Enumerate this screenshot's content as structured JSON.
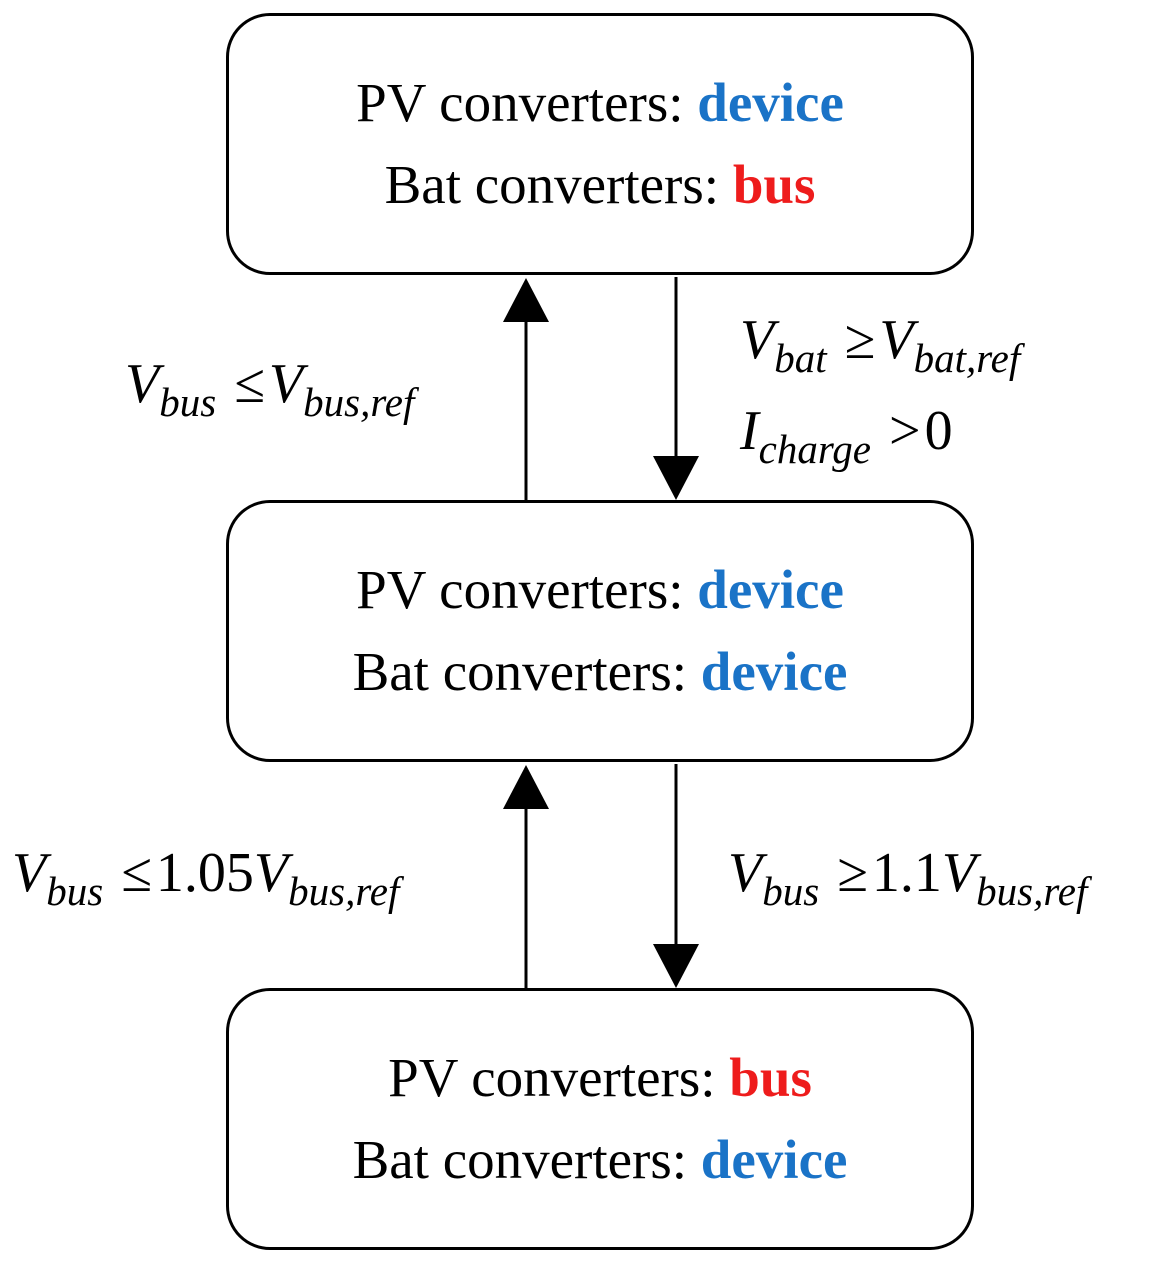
{
  "colors": {
    "device": "#1a73c7",
    "bus": "#ee1c1c"
  },
  "states": [
    {
      "pv_label": "PV converters:",
      "pv_mode": "device",
      "bat_label": "Bat converters:",
      "bat_mode": "bus"
    },
    {
      "pv_label": "PV converters:",
      "pv_mode": "device",
      "bat_label": "Bat converters:",
      "bat_mode": "device"
    },
    {
      "pv_label": "PV converters:",
      "pv_mode": "bus",
      "bat_label": "Bat converters:",
      "bat_mode": "device"
    }
  ],
  "transitions": {
    "t1_up": {
      "var": "V",
      "sub": "bus",
      "op": "≤",
      "coef": "",
      "rvar": "V",
      "rsub": "bus,ref"
    },
    "t1_down": [
      {
        "var": "V",
        "sub": "bat",
        "op": "≥",
        "coef": "",
        "rvar": "V",
        "rsub": "bat,ref"
      },
      {
        "var": "I",
        "sub": "charge",
        "op": ">",
        "value": "0"
      }
    ],
    "t2_up": {
      "var": "V",
      "sub": "bus",
      "op": "≤",
      "coef": "1.05",
      "rvar": "V",
      "rsub": "bus,ref"
    },
    "t2_down": {
      "var": "V",
      "sub": "bus",
      "op": "≥",
      "coef": "1.1",
      "rvar": "V",
      "rsub": "bus,ref"
    }
  }
}
